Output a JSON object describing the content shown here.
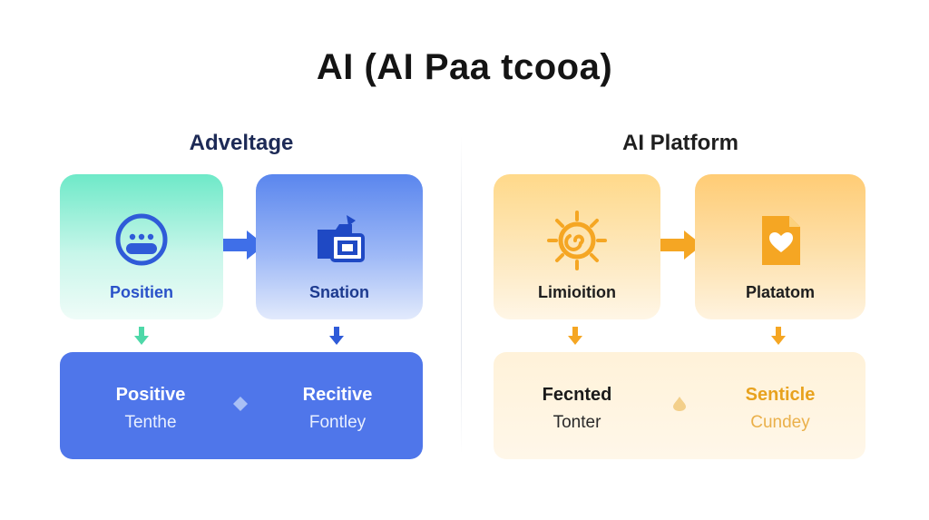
{
  "title": "AI (AI Paa tcooa)",
  "left_panel": {
    "heading": "Adveltage",
    "card1": {
      "label": "Positien",
      "icon": "chat-bubble-icon"
    },
    "card2": {
      "label": "Snation",
      "icon": "media-folder-icon"
    },
    "bottom": {
      "col1": {
        "strong": "Positive",
        "soft": "Tenthe"
      },
      "col2": {
        "strong": "Recitive",
        "soft": "Fontley"
      }
    }
  },
  "right_panel": {
    "heading": "AI Platform",
    "card1": {
      "label": "Limioition",
      "icon": "sun-spiral-icon"
    },
    "card2": {
      "label": "Platatom",
      "icon": "document-heart-icon"
    },
    "bottom": {
      "col1": {
        "strong": "Fecnted",
        "soft": "Tonter"
      },
      "col2": {
        "strong": "Senticle",
        "soft": "Cundey"
      }
    }
  },
  "colors": {
    "blue_accent": "#3f6fe8",
    "green_accent": "#42d29c",
    "orange_accent": "#f5a623"
  }
}
